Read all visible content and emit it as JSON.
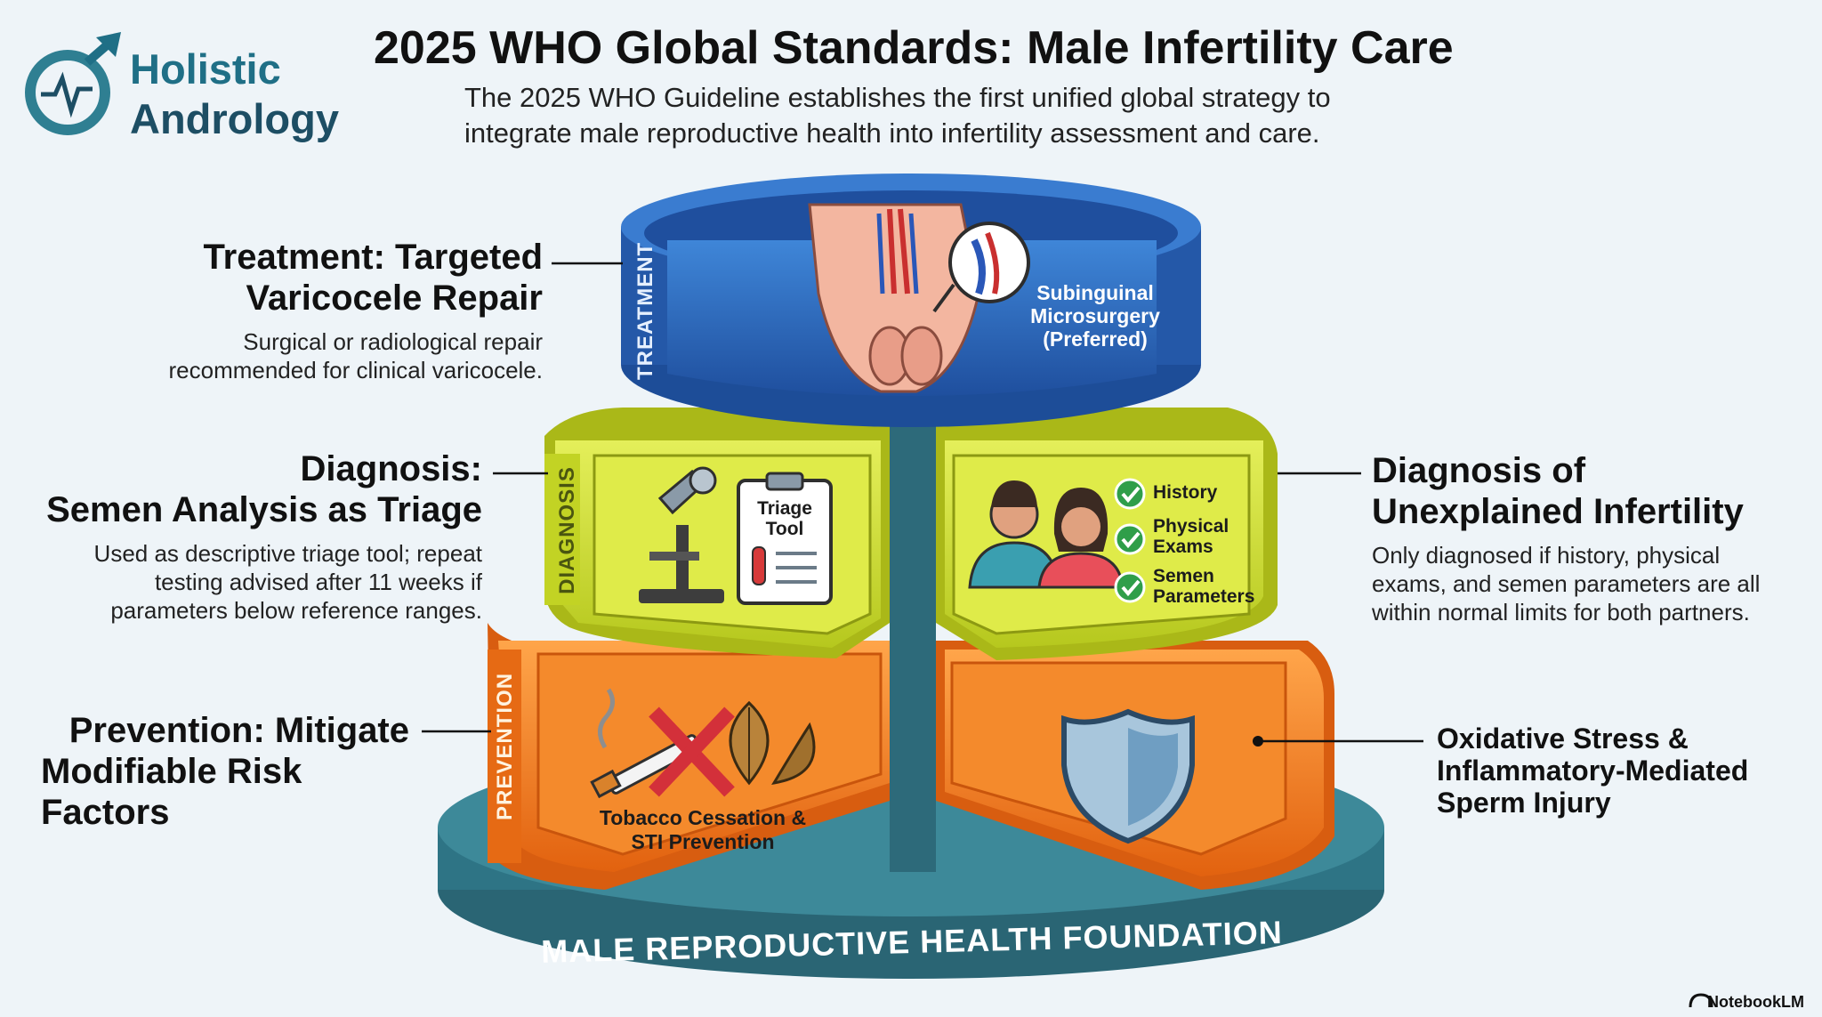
{
  "logo": {
    "line1": "Holistic",
    "line2": "Andrology"
  },
  "header": {
    "title": "2025 WHO Global Standards: Male Infertility Care",
    "subtitle_line1": "The 2025 WHO Guideline establishes the first unified global strategy to",
    "subtitle_line2": "integrate male reproductive health into infertility assessment and care."
  },
  "tiers": {
    "treatment": {
      "side_label": "TREATMENT",
      "heading_line1": "Treatment: Targeted",
      "heading_line2": "Varicocele Repair",
      "desc_line1": "Surgical or radiological repair",
      "desc_line2": "recommended for clinical varicocele.",
      "inner_label_line1": "Subinguinal",
      "inner_label_line2": "Microsurgery",
      "inner_label_line3": "(Preferred)"
    },
    "diagnosis": {
      "side_label": "DIAGNOSIS",
      "heading_line1": "Diagnosis:",
      "heading_line2": "Semen Analysis as Triage",
      "desc_line1": "Used as descriptive triage tool; repeat",
      "desc_line2": "testing advised after 11 weeks if",
      "desc_line3": "parameters below reference ranges.",
      "clipboard_line1": "Triage",
      "clipboard_line2": "Tool",
      "checklist": [
        {
          "line1": "History",
          "line2": ""
        },
        {
          "line1": "Physical",
          "line2": "Exams"
        },
        {
          "line1": "Semen",
          "line2": "Parameters"
        }
      ],
      "right_heading_line1": "Diagnosis of",
      "right_heading_line2": "Unexplained Infertility",
      "right_desc_line1": "Only diagnosed if history, physical",
      "right_desc_line2": "exams, and semen parameters are all",
      "right_desc_line3": "within normal limits for both partners."
    },
    "prevention": {
      "side_label": "PREVENTION",
      "heading_line1": "Prevention: Mitigate",
      "heading_line2": "Modifiable Risk Factors",
      "inner_label_line1": "Tobacco Cessation &",
      "inner_label_line2": "STI Prevention",
      "right_heading_line1": "Oxidative Stress &",
      "right_heading_line2": "Inflammatory-Mediated",
      "right_heading_line3": "Sperm Injury"
    }
  },
  "foundation": {
    "label": "MALE REPRODUCTIVE HEALTH FOUNDATION"
  },
  "footer": {
    "credit": "NotebookLM"
  },
  "colors": {
    "treatment": "#2a63b8",
    "diagnosis": "#c8db2a",
    "prevention": "#f07a1f",
    "foundation": "#2e7485",
    "background": "#eef4f8"
  }
}
